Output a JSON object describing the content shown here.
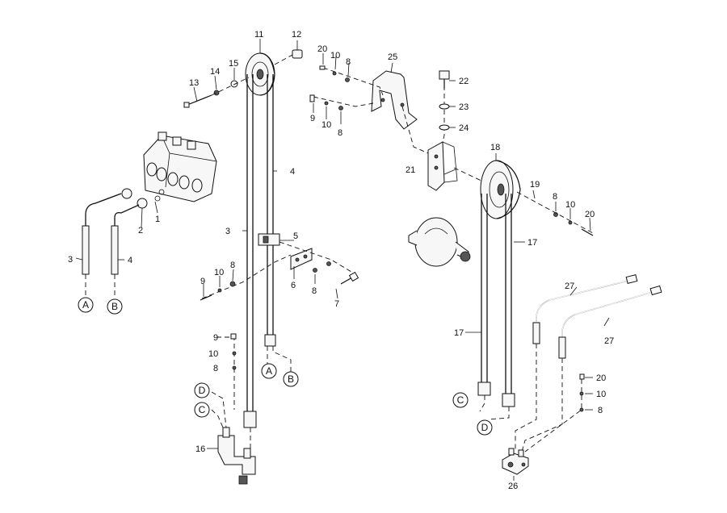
{
  "callouts": {
    "n1": "1",
    "n2": "2",
    "n3a": "3",
    "n3b": "3",
    "n4a": "4",
    "n4b": "4",
    "n5": "5",
    "n6": "6",
    "n7": "7",
    "n8a": "8",
    "n8b": "8",
    "n8c": "8",
    "n8d": "8",
    "n8e": "8",
    "n8f": "8",
    "n9a": "9",
    "n9b": "9",
    "n9c": "9",
    "n10a": "10",
    "n10b": "10",
    "n10c": "10",
    "n10d": "10",
    "n10e": "10",
    "n10f": "10",
    "n11": "11",
    "n12": "12",
    "n13": "13",
    "n14": "14",
    "n15": "15",
    "n16": "16",
    "n17a": "17",
    "n17b": "17",
    "n18": "18",
    "n19": "19",
    "n20a": "20",
    "n20b": "20",
    "n20c": "20",
    "n21": "21",
    "n22": "22",
    "n23": "23",
    "n24": "24",
    "n25": "25",
    "n26": "26",
    "n27a": "27",
    "n27b": "27"
  },
  "connectors": {
    "a1": "A",
    "b1": "B",
    "a2": "A",
    "b2": "B",
    "d1": "D",
    "c1": "C",
    "c2": "C",
    "d2": "D"
  }
}
